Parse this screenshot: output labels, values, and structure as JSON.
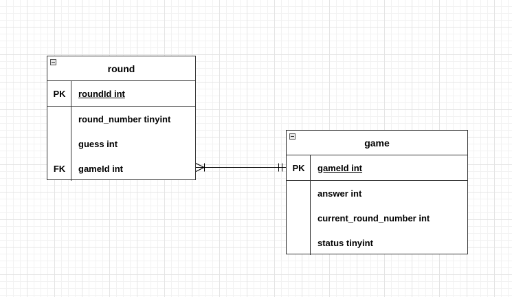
{
  "tables": {
    "round": {
      "title": "round",
      "primary_key": {
        "key": "PK",
        "field": "roundId int"
      },
      "fields": [
        {
          "key": "",
          "field": "round_number tinyint"
        },
        {
          "key": "",
          "field": "guess int"
        },
        {
          "key": "FK",
          "field": "gameId int"
        }
      ]
    },
    "game": {
      "title": "game",
      "primary_key": {
        "key": "PK",
        "field": "gameId int"
      },
      "fields": [
        {
          "key": "",
          "field": "answer int"
        },
        {
          "key": "",
          "field": "current_round_number int"
        },
        {
          "key": "",
          "field": "status tinyint"
        }
      ]
    }
  },
  "relationship": {
    "from": "round.gameId",
    "to": "game.gameId",
    "from_cardinality": "one-or-many",
    "to_cardinality": "exactly-one"
  }
}
